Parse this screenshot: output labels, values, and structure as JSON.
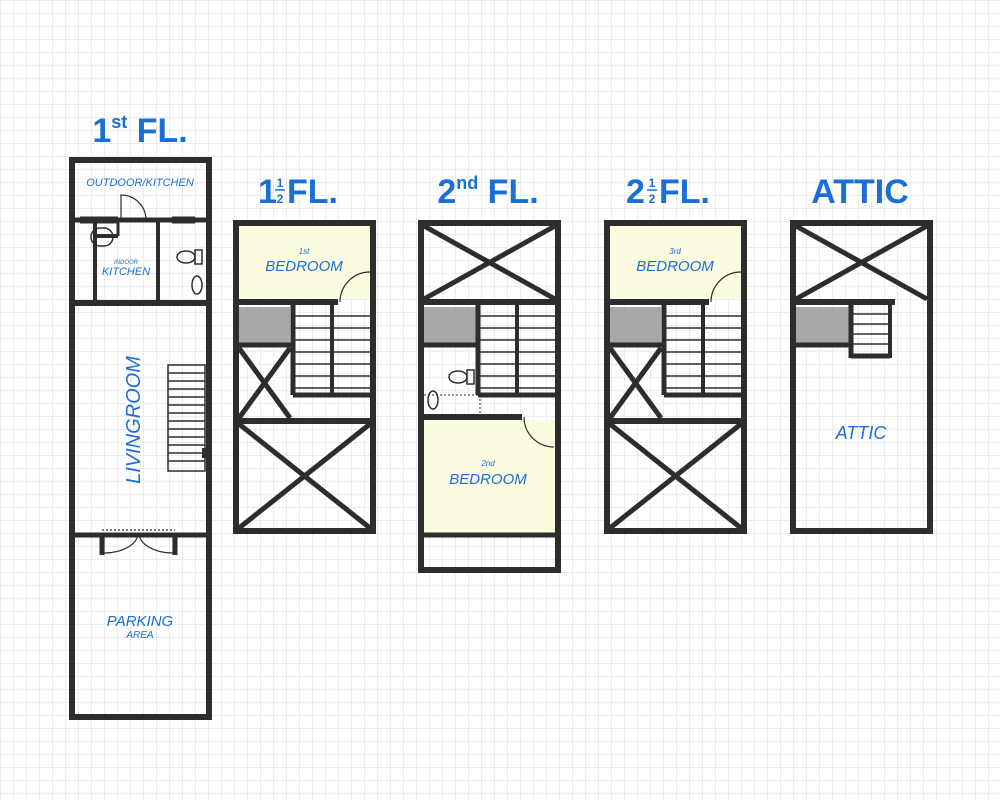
{
  "colors": {
    "label": "#1a6fd6",
    "wall": "#2d2d2d",
    "bedroom_fill": "#fbfbe0",
    "void_fill": "#a8a8a8"
  },
  "floors": {
    "first": {
      "title_main": "1",
      "title_sup": "st",
      "title_rest": " FL.",
      "outdoor_kitchen": "OUTDOOR/KITCHEN",
      "indoor": "INDOOR",
      "kitchen": "KITCHEN",
      "livingroom": "LIVINGROOM",
      "parking": "PARKING",
      "area": "AREA"
    },
    "one_half": {
      "title_main": "1",
      "title_num": "1",
      "title_den": "2",
      "title_rest": " FL.",
      "bedroom_ordinal": "1st",
      "bedroom": "BEDROOM"
    },
    "second": {
      "title_main": "2",
      "title_sup": "nd",
      "title_rest": " FL.",
      "bedroom_ordinal": "2nd",
      "bedroom": "BEDROOM"
    },
    "two_half": {
      "title_main": "2",
      "title_num": "1",
      "title_den": "2",
      "title_rest": " FL.",
      "bedroom_ordinal": "3rd",
      "bedroom": "BEDROOM"
    },
    "attic": {
      "title": "ATTIC",
      "label": "ATTIC"
    }
  }
}
